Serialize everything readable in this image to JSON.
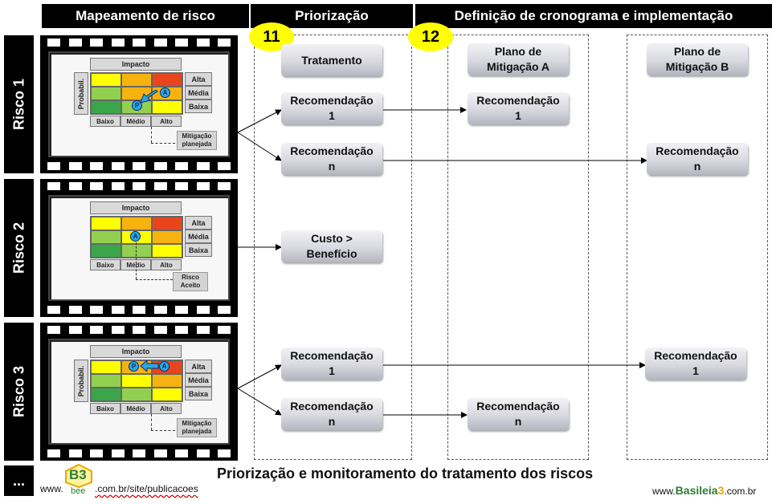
{
  "headers": {
    "col1": "Mapeamento de risco",
    "col2": "Priorização",
    "col3": "Definição de cronograma e implementação"
  },
  "badges": {
    "step11": "11",
    "step12": "12"
  },
  "risks": [
    {
      "label": "Risco 1",
      "matrix": {
        "impacto": "Impacto",
        "probabil": "Probabil.",
        "rows": [
          "Alta",
          "Média",
          "Baixa"
        ],
        "cols": [
          "Baixo",
          "Médio",
          "Alto"
        ],
        "markers": [
          "A",
          "P"
        ],
        "note": "Mitigação planejada"
      }
    },
    {
      "label": "Risco 2",
      "matrix": {
        "impacto": "Impacto",
        "rows": [
          "Alta",
          "Média",
          "Baixa"
        ],
        "cols": [
          "Baixo",
          "Médio",
          "Alto"
        ],
        "markers": [
          "A"
        ],
        "note": "Risco Aceito"
      }
    },
    {
      "label": "Risco 3",
      "matrix": {
        "impacto": "Impacto",
        "probabil": "Probabil.",
        "rows": [
          "Alta",
          "Média",
          "Baixa"
        ],
        "cols": [
          "Baixo",
          "Médio",
          "Alto"
        ],
        "markers": [
          "P",
          "A"
        ],
        "note": "Mitigação planejada"
      }
    }
  ],
  "boxes": {
    "tratamento": "Tratamento",
    "r1_rec1": "Recomendação\n1",
    "r1_recn": "Recomendação\nn",
    "r2_custo": "Custo >\nBenefício",
    "r3_rec1": "Recomendação\n1",
    "r3_recn": "Recomendação\nn",
    "plano_a": "Plano de\nMitigação A",
    "plano_b": "Plano de\nMitigação B",
    "a_r1_rec1": "Recomendação\n1",
    "a_r3_recn": "Recomendação\nn",
    "b_r1_recn": "Recomendação\nn",
    "b_r3_rec1": "Recomendação\n1"
  },
  "colors": {
    "red": "#e8451d",
    "orange": "#f6b30f",
    "yellow": "#ffff00",
    "lightgreen": "#92d050",
    "green": "#3aa64a",
    "badge": "#ffff00"
  },
  "footer": {
    "dots": "...",
    "title": "Priorização e monitoramento do tratamento dos riscos",
    "left_www": "www.",
    "left_domain": ".com.br/site/publicacoes",
    "logo_b3": "B3",
    "logo_bee": "bee",
    "right_www": "www.",
    "right_brand": "Basileia",
    "right_sub": "3",
    "right_domain": ".com.br"
  }
}
